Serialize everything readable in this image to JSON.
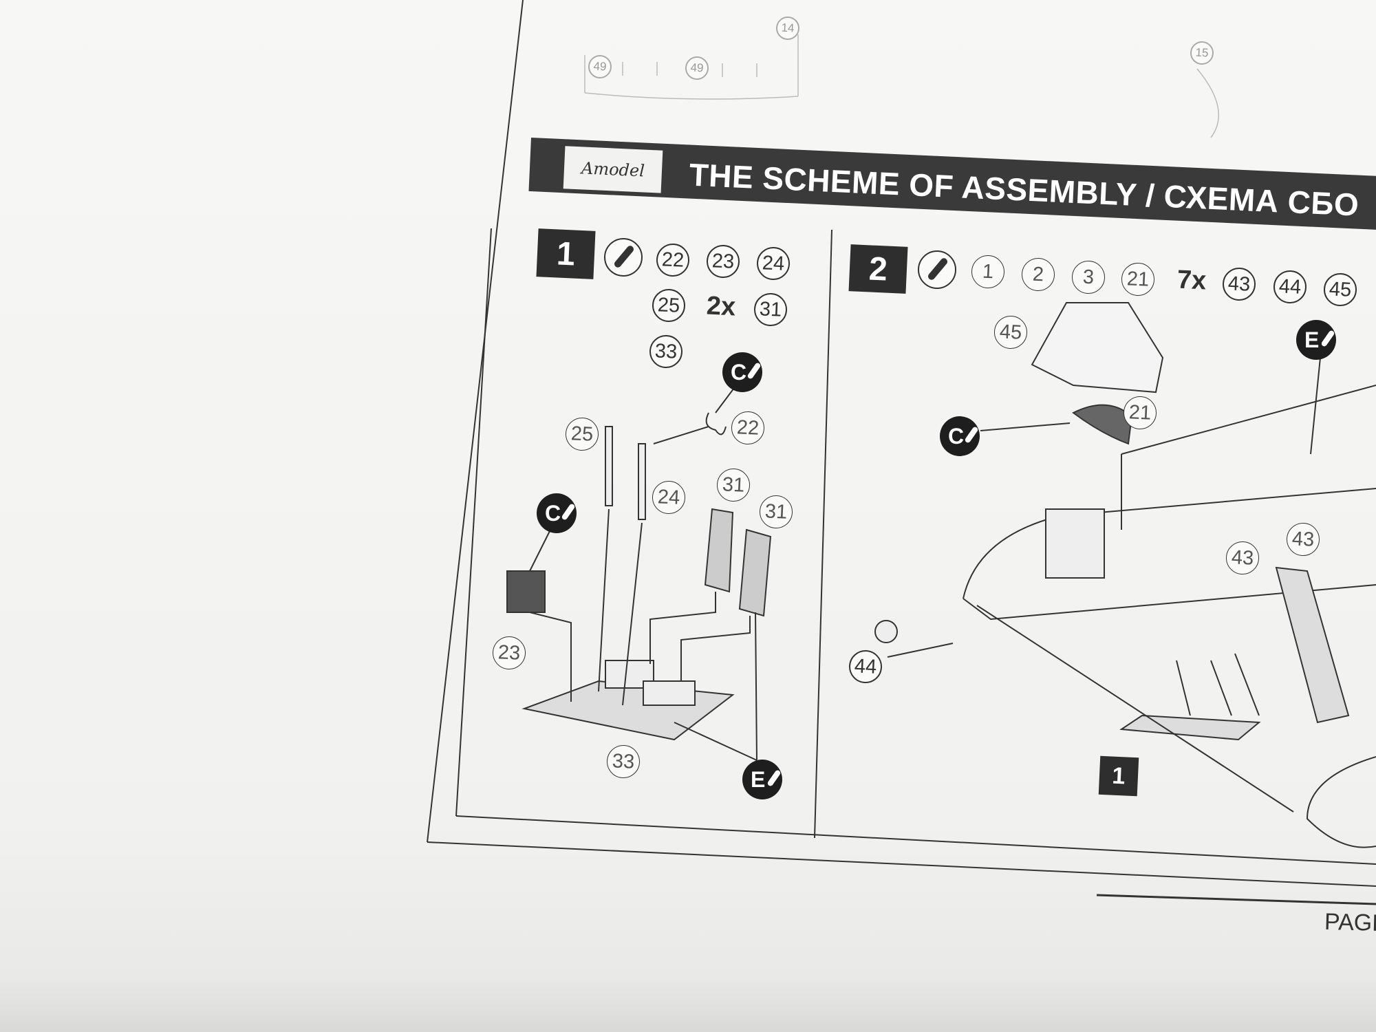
{
  "header": {
    "logo_text": "Amodel",
    "title": "THE SCHEME OF ASSEMBLY / СХЕМА СБО"
  },
  "top_faint_parts": [
    "14",
    "49",
    "49",
    "15"
  ],
  "step1": {
    "number": "1",
    "parts": [
      "22",
      "23",
      "24",
      "25",
      "31",
      "33"
    ],
    "multiplier": "2x",
    "callouts": [
      "25",
      "24",
      "22",
      "31",
      "31",
      "23",
      "33"
    ],
    "paint_badges": [
      "C",
      "C",
      "E"
    ]
  },
  "step2": {
    "number": "2",
    "parts": [
      "1",
      "2",
      "3",
      "21",
      "43",
      "44",
      "45"
    ],
    "multiplier": "7x",
    "callouts": [
      "45",
      "21",
      "43",
      "43",
      "44"
    ],
    "paint_badges": [
      "C",
      "E"
    ],
    "subassembly_ref": "1"
  },
  "footer": {
    "page_label": "PAGE"
  }
}
